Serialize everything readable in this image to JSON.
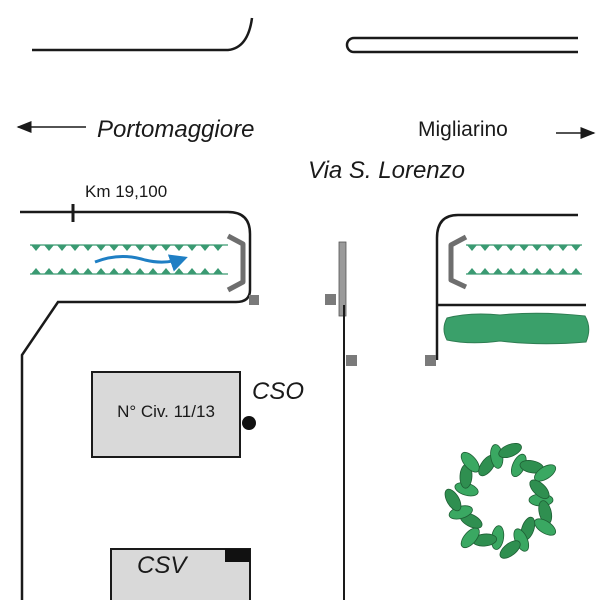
{
  "labels": {
    "west_destination": "Portomaggiore",
    "east_destination": "Migliarino",
    "street": "Via S. Lorenzo",
    "kilometer": "Km 19,100",
    "building": "N° Civ. 11/13",
    "cso": "CSO",
    "csv": "CSV"
  },
  "colors": {
    "road": "#1a1a1a",
    "plants": "#3a9a72",
    "hedge": "#3aa06a",
    "flow_arrow": "#1f7fc4",
    "building": "#d9d9d9",
    "bracket": "#6e6e6e",
    "marker": "#7a7a7a"
  }
}
